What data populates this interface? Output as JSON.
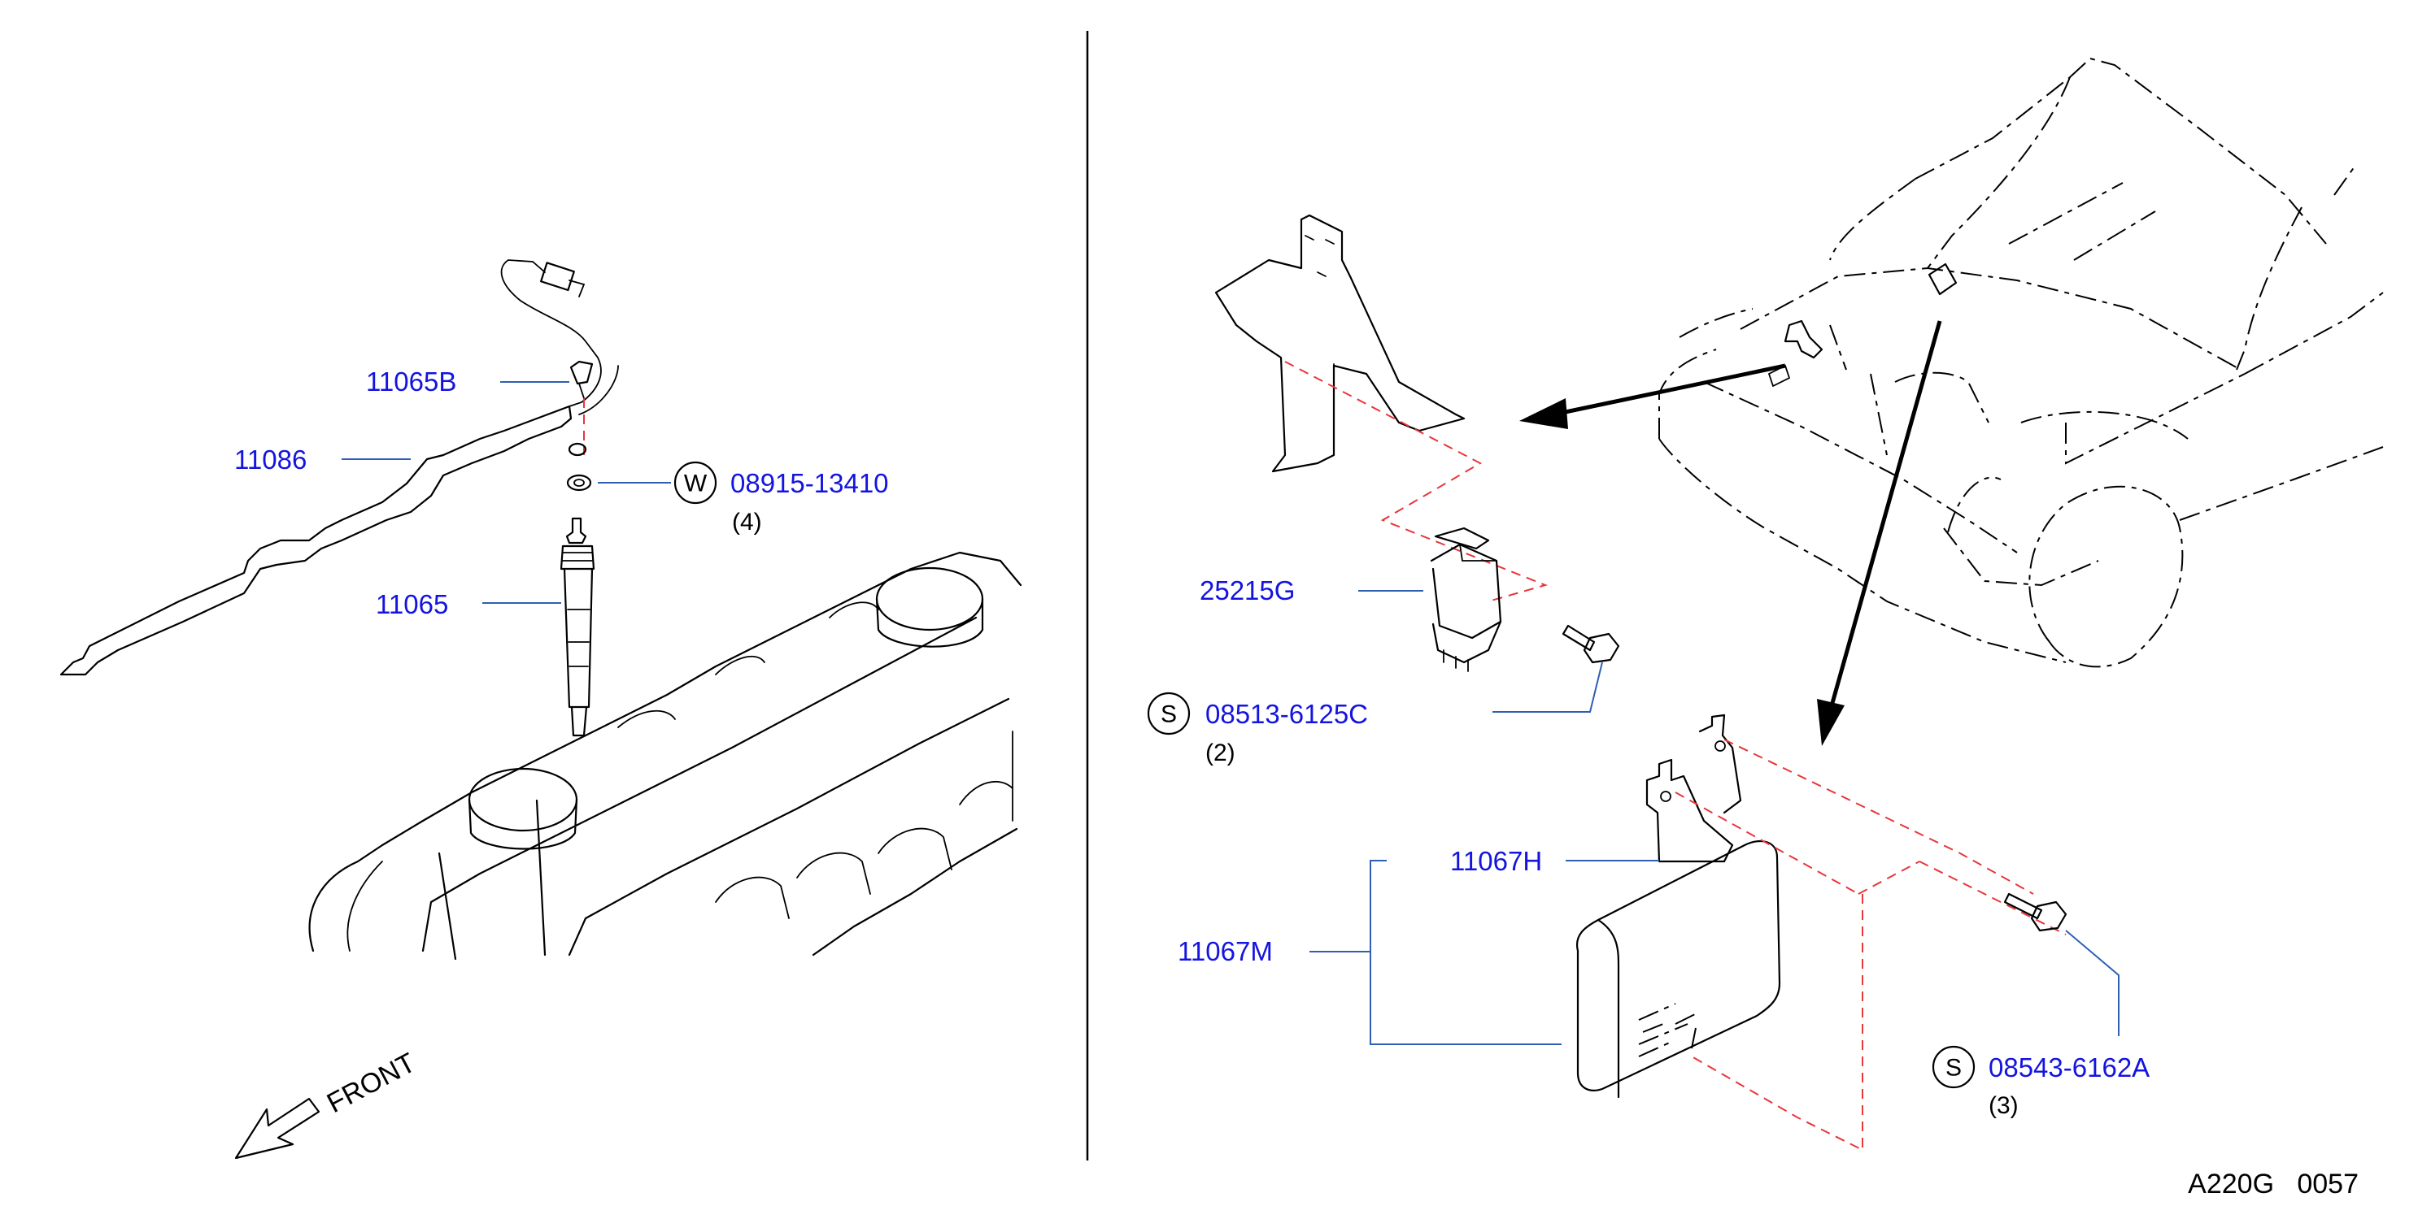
{
  "labels": {
    "glow_plug_connector": "11065B",
    "glow_plug_harness": "11086",
    "glow_plug": "11065",
    "washer": "08915-13410",
    "relay": "25215G",
    "relay_bolt": "08513-6125C",
    "controller_bracket": "11067H",
    "controller": "11067M",
    "controller_bolt": "08543-6162A"
  },
  "quantities": {
    "washer": "(4)",
    "relay_bolt": "(2)",
    "controller_bolt": "(3)"
  },
  "symbols": {
    "washer": "W",
    "relay_bolt": "S",
    "controller_bolt": "S"
  },
  "front_label": "FRONT",
  "diagram_code": "A220G   0057",
  "colors": {
    "label": "#1414e0",
    "leader": "#2f5fb3",
    "guide": "#e8363b",
    "line": "#000000"
  }
}
